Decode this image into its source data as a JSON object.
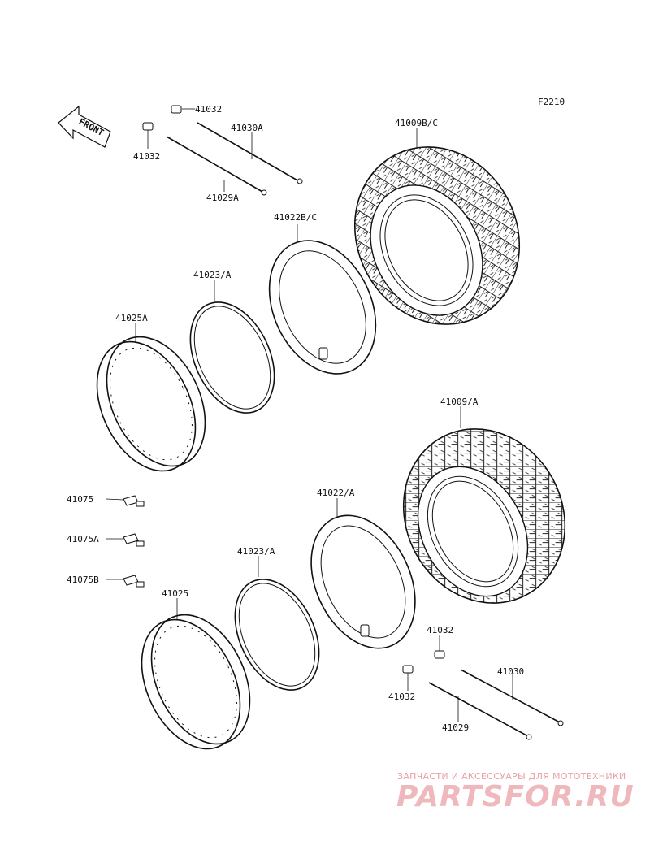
{
  "figure_code": "F2210",
  "front_marker": "FRONT",
  "labels": {
    "p41032_top_a": "41032",
    "p41032_top_b": "41032",
    "p41030A": "41030A",
    "p41029A": "41029A",
    "p41009BC": "41009B/C",
    "p41022BC": "41022B/C",
    "p41023A_top": "41023/A",
    "p41025A": "41025A",
    "p41009A": "41009/A",
    "p41075": "41075",
    "p41075A": "41075A",
    "p41075B": "41075B",
    "p41022A": "41022/A",
    "p41023A_bottom": "41023/A",
    "p41025": "41025",
    "p41032_bot_a": "41032",
    "p41032_bot_b": "41032",
    "p41030": "41030",
    "p41029": "41029"
  },
  "watermark": {
    "tagline": "ЗАПЧАСТИ И АКСЕССУАРЫ ДЛЯ МОТОТЕХНИКИ",
    "brand": "PARTSFOR.RU"
  }
}
